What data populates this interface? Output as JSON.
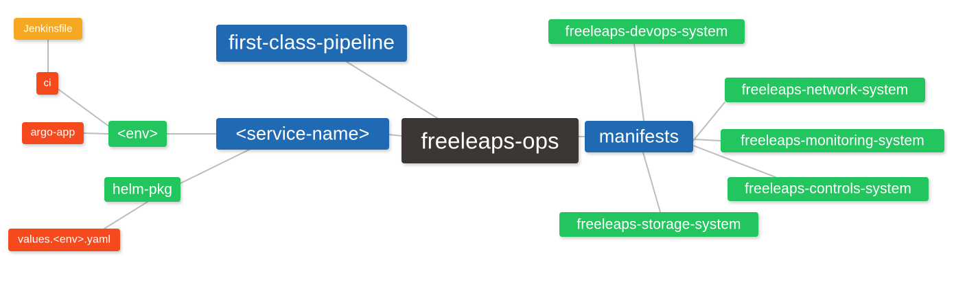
{
  "diagram": {
    "type": "mindmap",
    "title": "freeleaps-ops",
    "background_color": "#ffffff",
    "edge_color": "#bdbdbd"
  },
  "palette": {
    "root": "#3c3735",
    "blue": "#2069b3",
    "green": "#22c55e",
    "orange": "#f7a823",
    "red": "#f54a1e"
  },
  "nodes": {
    "root": {
      "label": "freeleaps-ops",
      "color": "#3c3735"
    },
    "first_class_pipeline": {
      "label": "first-class-pipeline",
      "color": "#2069b3"
    },
    "service_name": {
      "label": "<service-name>",
      "color": "#2069b3"
    },
    "manifests": {
      "label": "manifests",
      "color": "#2069b3"
    },
    "env": {
      "label": "<env>",
      "color": "#22c55e"
    },
    "helm_pkg": {
      "label": "helm-pkg",
      "color": "#22c55e"
    },
    "jenkinsfile": {
      "label": "Jenkinsfile",
      "color": "#f7a823"
    },
    "ci": {
      "label": "ci",
      "color": "#f54a1e"
    },
    "argo_app": {
      "label": "argo-app",
      "color": "#f54a1e"
    },
    "values_yaml": {
      "label": "values.<env>.yaml",
      "color": "#f54a1e"
    },
    "devops_system": {
      "label": "freeleaps-devops-system",
      "color": "#22c55e"
    },
    "network_system": {
      "label": "freeleaps-network-system",
      "color": "#22c55e"
    },
    "monitoring_system": {
      "label": "freeleaps-monitoring-system",
      "color": "#22c55e"
    },
    "controls_system": {
      "label": "freeleaps-controls-system",
      "color": "#22c55e"
    },
    "storage_system": {
      "label": "freeleaps-storage-system",
      "color": "#22c55e"
    }
  },
  "edges": [
    {
      "from": "root",
      "to": "first_class_pipeline"
    },
    {
      "from": "root",
      "to": "service_name"
    },
    {
      "from": "root",
      "to": "manifests"
    },
    {
      "from": "service_name",
      "to": "env"
    },
    {
      "from": "service_name",
      "to": "helm_pkg"
    },
    {
      "from": "env",
      "to": "ci"
    },
    {
      "from": "env",
      "to": "argo_app"
    },
    {
      "from": "ci",
      "to": "jenkinsfile"
    },
    {
      "from": "helm_pkg",
      "to": "values_yaml"
    },
    {
      "from": "manifests",
      "to": "devops_system"
    },
    {
      "from": "manifests",
      "to": "network_system"
    },
    {
      "from": "manifests",
      "to": "monitoring_system"
    },
    {
      "from": "manifests",
      "to": "controls_system"
    },
    {
      "from": "manifests",
      "to": "storage_system"
    }
  ]
}
